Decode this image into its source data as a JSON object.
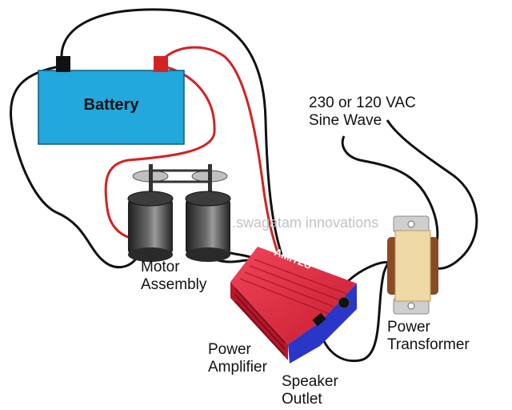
{
  "labels": {
    "battery": "Battery",
    "ac_source_line1": "230 or 120 VAC",
    "ac_source_line2": "Sine Wave",
    "motor_line1": "Motor",
    "motor_line2": "Assembly",
    "amplifier_line1": "Power",
    "amplifier_line2": "Amplifier",
    "speaker_line1": "Speaker",
    "speaker_line2": "Outlet",
    "transformer_line1": "Power",
    "transformer_line2": "Transformer"
  },
  "watermark": ".swagatam innovations",
  "amplifier_brand": "AMITZU",
  "colors": {
    "battery_fill": "#22a8dc",
    "amplifier_red": "#e8263c",
    "amplifier_blue": "#2a36c8",
    "wire_black": "#111111",
    "wire_red": "#d32222",
    "transformer_tan": "#efd9a6",
    "transformer_core": "#8a4a22"
  }
}
